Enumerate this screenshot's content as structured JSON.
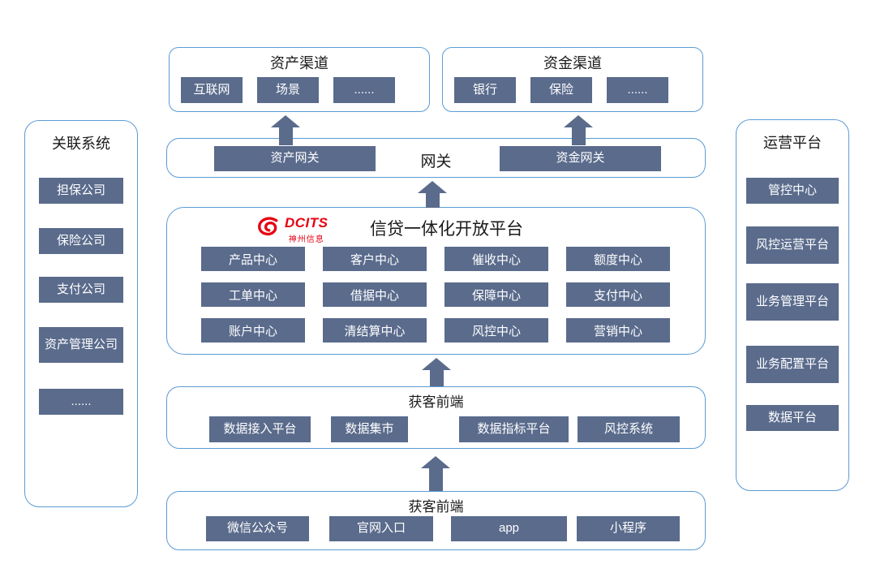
{
  "colors": {
    "box": "#5A6B8C",
    "border": "#5B9BD5",
    "brand_red": "#E60012"
  },
  "asset_channel": {
    "title": "资产渠道",
    "items": [
      "互联网",
      "场景",
      "......"
    ]
  },
  "funding_channel": {
    "title": "资金渠道",
    "items": [
      "银行",
      "保险",
      "......"
    ]
  },
  "gateway": {
    "title": "网关",
    "asset_gateway": "资产网关",
    "funding_gateway": "资金网关"
  },
  "platform": {
    "logo": {
      "brand": "DCITS",
      "company": "神州信息"
    },
    "title": "信贷一体化开放平台",
    "centers": [
      "产品中心",
      "客户中心",
      "催收中心",
      "额度中心",
      "工单中心",
      "借据中心",
      "保障中心",
      "支付中心",
      "账户中心",
      "清结算中心",
      "风控中心",
      "营销中心"
    ]
  },
  "data_frontend": {
    "title": "获客前端",
    "items": [
      "数据接入平台",
      "数据集市",
      "数据指标平台",
      "风控系统"
    ]
  },
  "acquisition_frontend": {
    "title": "获客前端",
    "items": [
      "微信公众号",
      "官网入口",
      "app",
      "小程序"
    ]
  },
  "related_systems": {
    "title": "关联系统",
    "items": [
      "担保公司",
      "保险公司",
      "支付公司",
      "资产管理公司",
      "......"
    ]
  },
  "operations_platform": {
    "title": "运营平台",
    "items": [
      "管控中心",
      "风控运营平台",
      "业务管理平台",
      "业务配置平台",
      "数据平台"
    ]
  }
}
